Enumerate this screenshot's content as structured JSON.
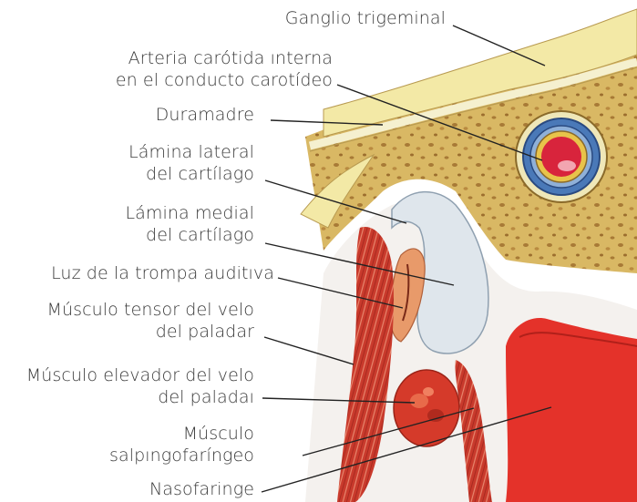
{
  "labels": {
    "trigeminal_ganglion": "Ganglio trigeminal",
    "internal_carotid": [
      "Arteria carótida ınterna",
      "en el conducto carotídeo"
    ],
    "dura_mater": "Duramadre",
    "lateral_lamina": [
      "Lámina lateral",
      "del cartílago"
    ],
    "medial_lamina": [
      "Lámina medial",
      "del cartílago"
    ],
    "tube_lumen": "Luz de la trompa auditıva",
    "tensor_veli_palatini": [
      "Músculo tensor del velo",
      "del paladar"
    ],
    "levator_veli_palatini": [
      "Músculo elevador del velo",
      "del paladaı"
    ],
    "salpingopharyngeus": [
      "Músculo",
      "salpıngofaríngeo"
    ],
    "nasopharynx": "Nasofaringe"
  },
  "colors": {
    "ganglion": "#f3e9a6",
    "dura": "#f5f0cf",
    "bone": "#d9b864",
    "bone_spots": "#a87a36",
    "cartilage": "#dfe6ec",
    "muscle": "#c93a2c",
    "artery": "#d8243c",
    "venous_plexus": "#4a79b8",
    "mucosa": "#e4322a",
    "leader": "#222222"
  }
}
